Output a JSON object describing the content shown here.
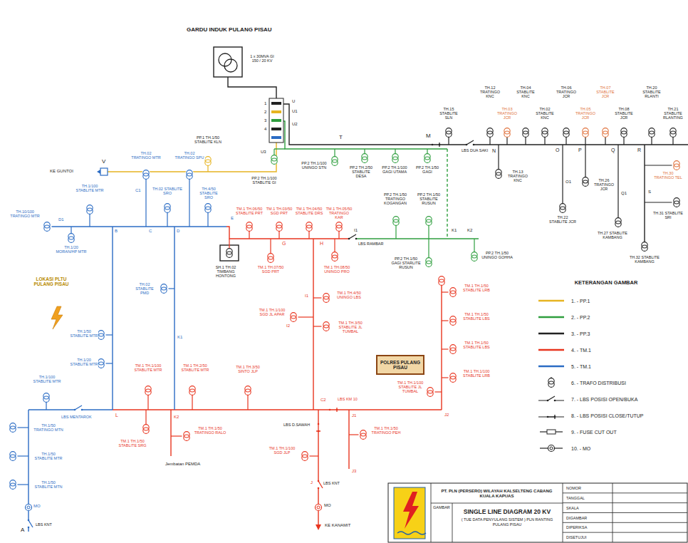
{
  "diagram": {
    "nodes": [
      {
        "text": [
          "POLRES PULANG PISAU"
        ]
      },
      {
        "text": [
          "KETERANGAN GAMBAR"
        ]
      },
      {
        "text": [
          "PT. PLN (PERSERO) WILAYAH KALSELTENG CABANG KUALA KAPUAS"
        ]
      },
      {
        "text": [
          "GAMBAR"
        ]
      },
      {
        "text": [
          "SINGLE LINE DIAGRAM 20 KV",
          "( TUE DATA PENYULANG SISTEM ) PLN RANTING PULANG PISAU"
        ]
      },
      {
        "text": [
          "NOMOR"
        ]
      },
      {
        "text": [
          "TANGGAL"
        ]
      },
      {
        "text": [
          "SKALA"
        ]
      },
      {
        "text": [
          "DIGAMBAR"
        ]
      },
      {
        "text": [
          "DIPERIKSA"
        ]
      },
      {
        "text": [
          "DISETUJUI"
        ]
      }
    ],
    "labels": [
      "GARDU INDUK PULANG PISAU",
      "1 x 30MVA GI 150 / 20 KV",
      "U",
      "U1",
      "U2",
      "1",
      "2",
      "3",
      "4",
      "V",
      "KE GUNTOI",
      "PP.1 TH.1/50 STABLITE KLN",
      "U3",
      "PP.2 TH.1/100 STABLITE GI",
      "T",
      "PP.2 TH.1/100 UNINGO STN",
      "PP.2 TH.2/50 STABLITE DESA",
      "PP.2 TH.1/100 GAGI UTAMA",
      "PP.2 TH.1/50 GAGI",
      "PP.2 TH.1/50 TRATINGO KOGANGAN",
      "PP.2 TH.1/50 STABLITE RUSUN",
      "LBS RAMBAR",
      "PP.2 TH.1/50 GAGI STARLITE RUSUN",
      "K1",
      "K2",
      "PP.2 TH.1/50 UNINGO GOHHA",
      "TH.15 STABLITE SLN",
      "TH.12 TRATINGO KNC",
      "TH.03 TRATINGO JCR",
      "TH.04 STABLITE KNC",
      "TH.02 STABLITE KNC",
      "TH.06 TRATINGO JCR",
      "TH.05 TRATINGO JCR",
      "TH.07 STABLITE JCR",
      "TH.08 STABLITE JCR",
      "TH.20 STABLITE RLANTI",
      "TH.21 STABLITE RLANTING",
      "M",
      "LBS DUA SAKI",
      "N",
      "TH.13 TRATINGO KNC",
      "O",
      "TH.22 STABLITE JCR",
      "O1",
      "P",
      "TH.26 TRATINGO JCR",
      "Q",
      "Q1",
      "TH.27 STABLITE KAMBANG",
      "R",
      "TH.30 TRATINGO TEL",
      "S",
      "TH.31 STABLITE SRI",
      "TH.32 STABLITE KAMBANG",
      "TH.10/100 TRATINGO MTR",
      "D1",
      "TH.1/100 STABLITE MTR",
      "TH.1/20 MORAN/HP MTR",
      "B",
      "TH.02 TRATINGO MTR",
      "C1",
      "C",
      "TH.02 TRATINGO SPU",
      "TH.02 STABLITE SRO",
      "D",
      "TH.4/50 STABLITE SRO",
      "E",
      "TH.1/50 STABLITE MTR",
      "TH.1/20 STABLITE MTR",
      "TH.02 STABLITE PMD",
      "K1",
      "LOKASI PLTU PULANG PISAU",
      "LBS MENTAROK",
      "TH.1/100 STABLITE MTR",
      "TH.1/50 TRATINGO MTN",
      "TH.1/50 STABLITE MTR",
      "TH.1/50 STABLITE MTN",
      "MO",
      "A",
      "LBS KNT",
      "SH.1 TH.02 TIMBANG HONTONG",
      "TM.1 TH.06/50 STABLITE PRT",
      "TM.1 TH.03/50 SGD PRT",
      "TM.1 TH.04/50 STABLITE DRS",
      "TM.1 TH.05/50 TRATINGO KAR",
      "G",
      "H",
      "I1",
      "TM.1 TH.07/50 SGD PRT",
      "TM.1 TH.08/50 UNINGO PRO",
      "TM.1 TH.4/50 UNINGO LBS",
      "I1",
      "TM.1 TH.1/100 SGD JL APAR",
      "I2",
      "TM.1 TH.3/50 STABLITE JL TUMBAL",
      "TM.1 TH.1/50 STABLITE LRB",
      "TM.1 TH.1/50 STABLITE LBS",
      "TM.1 TH.1/50 STABLITE LBS",
      "TM.1 TH.1/100 STABLITE LRB",
      "TM.1 TH.1/100 STABLITE JL TUMBAL",
      "J2",
      "TM.1 TH.1/100 STABLITE MTR",
      "TM.1 TH.2/50 STABLITE MTR",
      "TM.1 TH.3/50 SINTO JLP",
      "L",
      "TM.1 TH.1/50 STABLITE SRG",
      "K2",
      "TM.1 TH.1/50 TRATINGO RALO",
      "Jembatan PEMDA",
      "C2",
      "LBS KM 10",
      "LBS D.SAWAH",
      "TM.1 TH.1/100 SGD JLP",
      "J",
      "LBS KNT",
      "MO",
      "KE KANAMIT",
      "J1",
      "TM.1 TH.1/50 TRATINGO PEH",
      "J3"
    ],
    "legend": [
      {
        "text": "1. - PP.1",
        "color": "#e6b422"
      },
      {
        "text": "2. - PP.2",
        "color": "#2e9e3e"
      },
      {
        "text": "3. - PP.3",
        "color": "#222222"
      },
      {
        "text": "4. - TM.1",
        "color": "#e8351f"
      },
      {
        "text": "5. - TM.1",
        "color": "#2b6cc4"
      },
      {
        "text": "6. - TRAFO DISTRIBUSI"
      },
      {
        "text": "7. - LBS POSISI OPEN/BUKA"
      },
      {
        "text": "8. - LBS POSISI CLOSE/TUTUP"
      },
      {
        "text": "9. - FUSE CUT OUT"
      },
      {
        "text": "10. - MO"
      }
    ]
  }
}
